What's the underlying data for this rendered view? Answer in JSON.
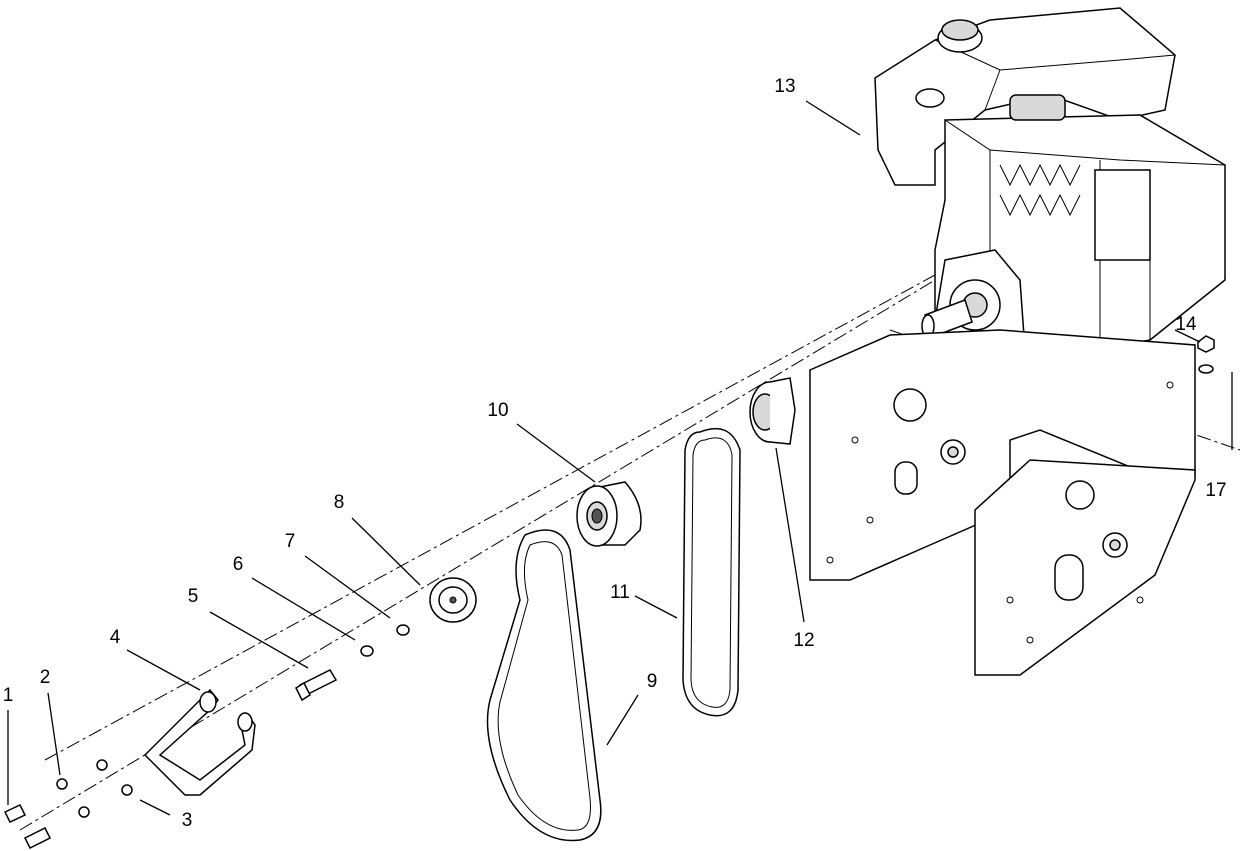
{
  "diagram": {
    "callouts": [
      {
        "id": "1",
        "text": "1"
      },
      {
        "id": "2",
        "text": "2"
      },
      {
        "id": "3",
        "text": "3"
      },
      {
        "id": "4",
        "text": "4"
      },
      {
        "id": "5",
        "text": "5"
      },
      {
        "id": "6",
        "text": "6"
      },
      {
        "id": "7",
        "text": "7"
      },
      {
        "id": "8",
        "text": "8"
      },
      {
        "id": "9",
        "text": "9"
      },
      {
        "id": "10",
        "text": "10"
      },
      {
        "id": "11",
        "text": "11"
      },
      {
        "id": "12",
        "text": "12"
      },
      {
        "id": "13",
        "text": "13"
      },
      {
        "id": "14",
        "text": "14"
      },
      {
        "id": "17",
        "text": "17"
      }
    ]
  }
}
